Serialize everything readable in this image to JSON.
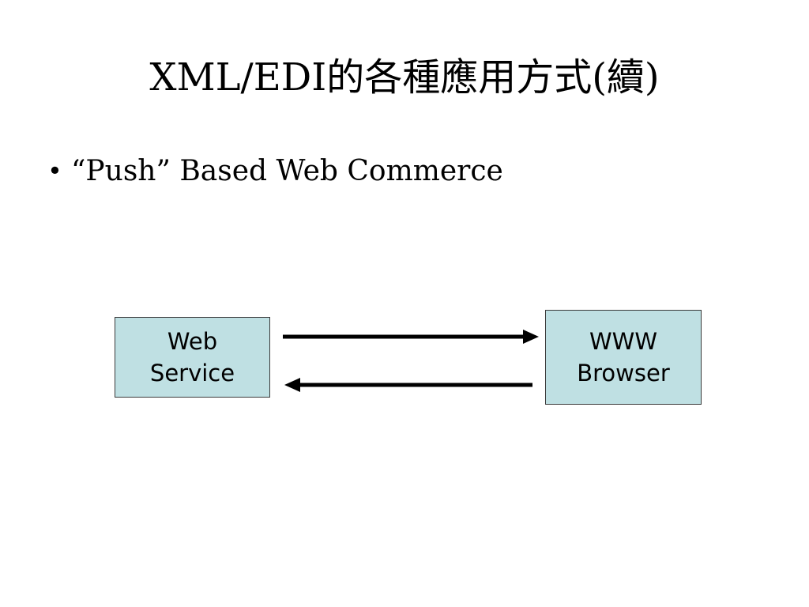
{
  "slide": {
    "title": "XML/EDI的各種應用方式(續)",
    "bullet": {
      "marker": "•",
      "text": "“Push” Based Web Commerce"
    }
  },
  "diagram": {
    "nodes": [
      {
        "line1": "Web",
        "line2": "Service"
      },
      {
        "line1": "WWW",
        "line2": "Browser"
      }
    ],
    "edges": [
      {
        "from": "Web Service",
        "to": "WWW Browser"
      },
      {
        "from": "WWW Browser",
        "to": "Web Service"
      }
    ],
    "colors": {
      "node_fill": "#bfe0e3",
      "node_border": "#3a3a3a",
      "arrow": "#000000"
    }
  }
}
